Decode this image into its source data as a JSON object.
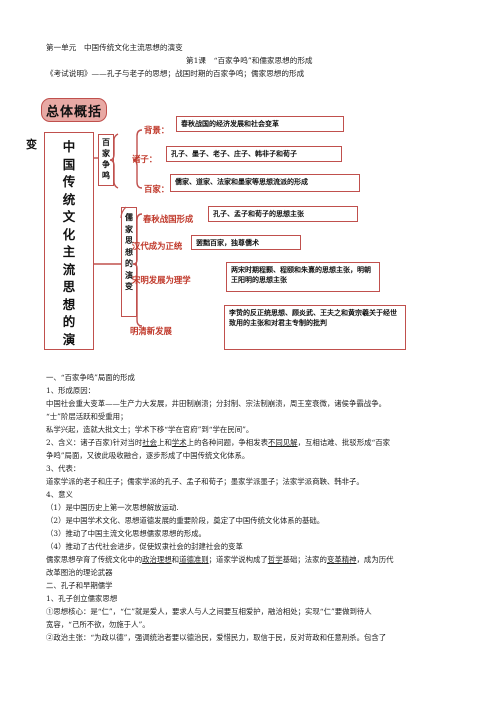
{
  "header": {
    "unit": "第一单元　中国传统文化主流思想的演变",
    "lesson": "第1课　“百家争鸣”和儒家思想的形成",
    "exam": "《考试说明》——孔子与老子的思想；战国时期的百家争鸣；儒家思想的形成"
  },
  "diagram": {
    "title": "总体概括",
    "side_label": "变",
    "main_chars": [
      "中",
      "国",
      "传",
      "统",
      "文",
      "化",
      "主",
      "流",
      "思",
      "想",
      "的",
      "演"
    ],
    "sub1_chars": [
      "百",
      "家",
      "争",
      "鸣"
    ],
    "sub2_chars": [
      "儒",
      "家",
      "思",
      "想",
      "的",
      "演",
      "变"
    ],
    "cats": {
      "background": "背景：",
      "scholars": "诸子：",
      "schools": "百家："
    },
    "boxes": {
      "background": "春秋战国的经济发展和社会变革",
      "scholars": "孔子、墨子、老子、庄子、韩非子和荀子",
      "schools": "儒家、道家、法家和墨家等思想流派的形成"
    },
    "stages": [
      {
        "label": "春秋战国形成",
        "box": "孔子、孟子和荀子的思想主张"
      },
      {
        "label": "汉代成为正统",
        "box": "罢黜百家，独尊儒术"
      },
      {
        "label": "宋明发展为理学",
        "box": "两宋时期程颢、程颐和朱熹的思想主张，明朝王阳明的思想主张"
      },
      {
        "label": "明清新发展",
        "box": "李贽的反正统思想、顾炎武、王夫之和黄宗羲关于经世致用的主张和对君主专制的批判"
      }
    ]
  },
  "body": {
    "s1_title": "一、“百家争鸣”局面的形成",
    "s1_1": "1、形成原因：",
    "s1_1_l1": "中国社会重大变革——生产力大发展，井田制崩溃；分封制、宗法制崩溃，周王室衰微，诸侯争霸战争。",
    "s1_1_l2": "“士”阶层活跃和受重用；",
    "s1_1_l3": "私学兴起，造就大批文士；学术下移“学在官府”到“学在民间”。",
    "s1_2a": "2、含义：诸子百家)针对当时",
    "s1_2u1": "社会",
    "s1_2b": "上和",
    "s1_2u2": "学术",
    "s1_2c": "上的各种问题，争相发表",
    "s1_2u3": "不同见解",
    "s1_2d": "，互相诘难、批驳形成“百家",
    "s1_2_l2": "争鸣”局面，又彼此吸收融合，逐步形成了中国传统文化体系。",
    "s1_3": "3、代表：",
    "s1_3_l1": "道家学派的老子和庄子；儒家学派的孔子、孟子和荀子；墨家学派墨子；法家学派商鞅、韩非子。",
    "s1_4": "4、意义",
    "s1_4_1": "（1）是中国历史上第一次思想解放运动.",
    "s1_4_2": "（2）是中国学术文化、思想道德发展的重要阶段，奠定了中国传统文化体系的基础。",
    "s1_4_3": "（3）推动了中国主流文化思想儒家思想的形成。",
    "s1_4_4": "（4）推动了古代社会进步，促使奴隶社会的封建社会的变革",
    "s1_4_5a": "儒家思想孕育了传统文化中的",
    "s1_4_5u1": "政治理想",
    "s1_4_5b": "和",
    "s1_4_5u2": "道德准则",
    "s1_4_5c": "；道家学说构成了",
    "s1_4_5u3": "哲学",
    "s1_4_5d": "基础；法家的",
    "s1_4_5u4": "变革精神",
    "s1_4_5e": "，成为历代",
    "s1_4_5_l2": "改革图治的理论武器",
    "s2_title": "二、孔子和早期儒学",
    "s2_1": "1、孔子创立儒家思想",
    "s2_1_1": "①思想核心：是“仁”，“仁”就是爱人，要求人与人之间要互相爱护，融洽相处；实现“仁”要做到待人",
    "s2_1_1b": "宽容，“己所不欲，勿施于人”。",
    "s2_1_2": "②政治主张：“为政以德”，强调统治者要以德治民，爱惜民力，取信于民，反对苛政和任意刑杀。包含了"
  }
}
